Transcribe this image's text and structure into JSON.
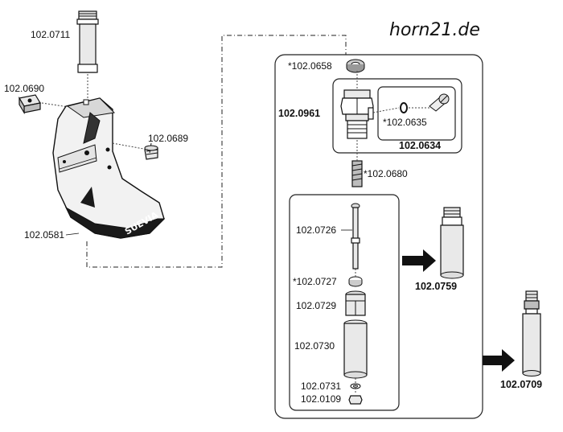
{
  "brand": "horn21.de",
  "stamp": "SUEVIA",
  "labels": {
    "p_0711": "102.0711",
    "p_0690": "102.0690",
    "p_0689": "102.0689",
    "p_0581": "102.0581",
    "p_0658": "*102.0658",
    "p_0961": "102.0961",
    "p_0635": "*102.0635",
    "p_0634": "102.0634",
    "p_0680": "*102.0680",
    "p_0726": "102.0726",
    "p_0727": "*102.0727",
    "p_0729": "102.0729",
    "p_0730": "102.0730",
    "p_0731": "102.0731",
    "p_0109": "102.0109",
    "p_0759": "102.0759",
    "p_0709": "102.0709"
  },
  "colors": {
    "ink": "#111111",
    "bowl_fill": "#f2f2f2",
    "bowl_rim": "#1a1a1a",
    "arrow": "#111111"
  }
}
